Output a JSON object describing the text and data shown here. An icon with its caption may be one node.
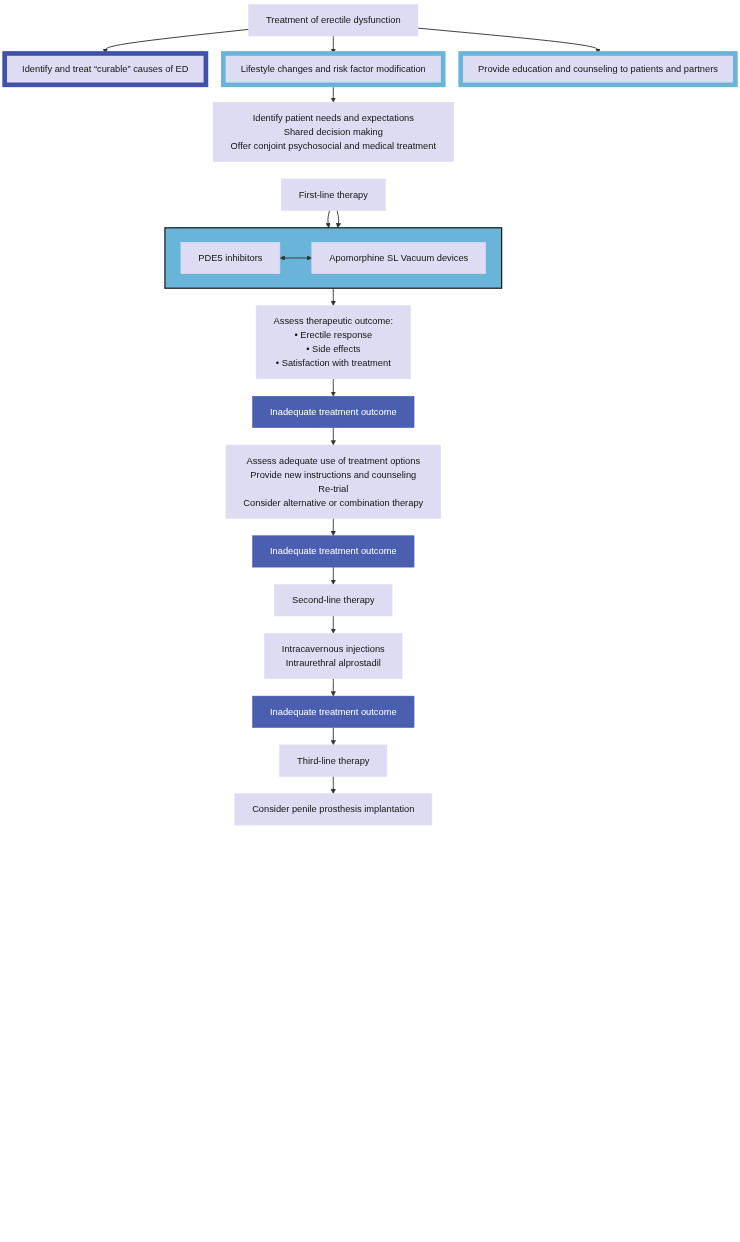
{
  "diagram": {
    "nodes": [
      {
        "text": [
          "Treatment of erectile dysfunction"
        ]
      },
      {
        "text": [
          "Identify and treat “curable” causes of ED"
        ]
      },
      {
        "text": [
          "Lifestyle changes and risk factor modification"
        ]
      },
      {
        "text": [
          "Provide education and counseling to patients and partners"
        ]
      },
      {
        "text": [
          "Identify patient needs and expectations",
          "Shared decision making",
          "Offer conjoint psychosocial and medical treatment"
        ]
      },
      {
        "text": [
          "First-line therapy"
        ]
      },
      {
        "text": [],
        "shape": "box"
      },
      {
        "text": [
          "PDE5 inhibitors"
        ],
        "in": 6
      },
      {
        "text": [
          "Apomorphine SL Vacuum devices"
        ],
        "in": 6
      },
      {
        "text": [
          "Assess therapeutic outcome:",
          "• Erectile response",
          "• Side effects",
          "• Satisfaction with treatment"
        ]
      },
      {
        "text": [
          "Inadequate treatment outcome"
        ]
      },
      {
        "text": [
          "Assess adequate use of treatment options",
          "Provide new instructions and counseling",
          "Re-trial",
          "Consider alternative or combination therapy"
        ]
      },
      {
        "text": [
          "Inadequate treatment outcome"
        ]
      },
      {
        "text": [
          "Second-line therapy"
        ]
      },
      {
        "text": [
          "Intracavernous injections",
          "Intraurethral alprostadil"
        ]
      },
      {
        "text": [
          "Inadequate treatment outcome"
        ]
      },
      {
        "text": [
          "Third-line therapy"
        ]
      },
      {
        "text": [
          "Consider penile prosthesis implantation"
        ]
      }
    ],
    "edges": [
      {
        "from": 0,
        "to": 1,
        "arrow": "to"
      },
      {
        "from": 0,
        "to": 2,
        "arrow": "to"
      },
      {
        "from": 0,
        "to": 3,
        "arrow": "to"
      },
      {
        "from": 2,
        "to": 4,
        "arrow": "to"
      },
      {
        "from": 5,
        "to": 6,
        "arrow": "to"
      },
      {
        "from": 5,
        "to": 6,
        "arrow": "to"
      },
      {
        "from": 7,
        "to": 8,
        "arrow": "both"
      },
      {
        "from": 6,
        "to": 9,
        "arrow": "to"
      },
      {
        "from": 9,
        "to": 10,
        "arrow": "to"
      },
      {
        "from": 10,
        "to": 11,
        "arrow": "to"
      },
      {
        "from": 11,
        "to": 12,
        "arrow": "to"
      },
      {
        "from": 12,
        "to": 13,
        "arrow": "to"
      },
      {
        "from": 13,
        "to": 14,
        "arrow": "to"
      },
      {
        "from": 14,
        "to": 15,
        "arrow": "to"
      },
      {
        "from": 15,
        "to": 16,
        "arrow": "to"
      },
      {
        "from": 16,
        "to": 17,
        "arrow": "to"
      }
    ]
  }
}
